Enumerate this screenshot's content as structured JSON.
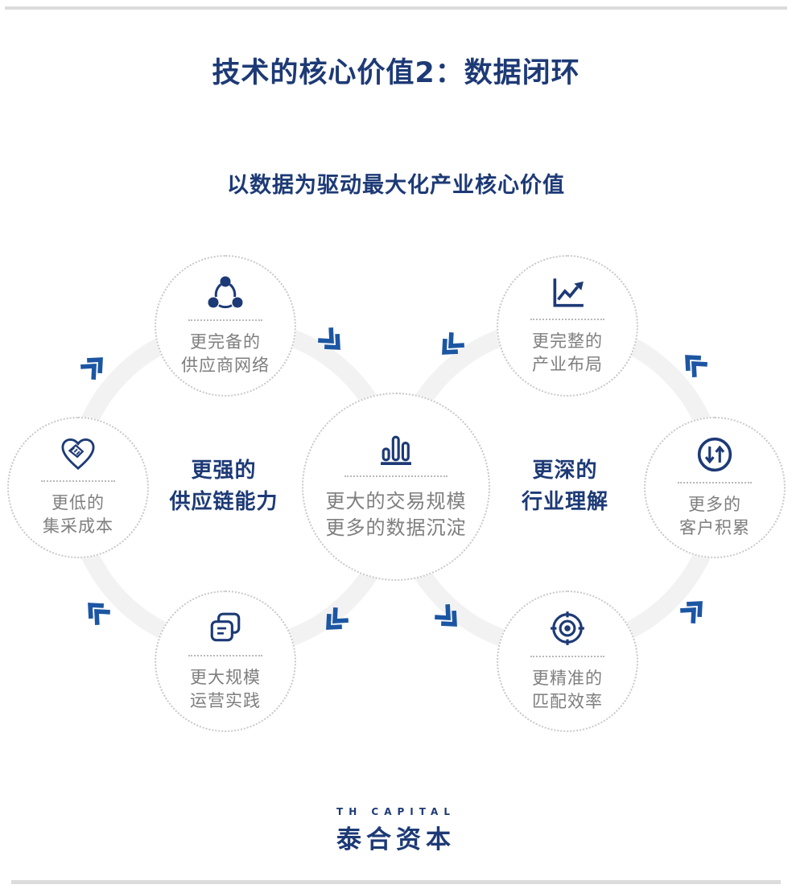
{
  "page": {
    "title": "技术的核心价值2：数据闭环",
    "subtitle": "以数据为驱动最大化产业核心价值"
  },
  "diagram": {
    "left_loop": {
      "line1": "更强的",
      "line2": "供应链能力"
    },
    "right_loop": {
      "line1": "更深的",
      "line2": "行业理解"
    },
    "center_node": {
      "icon": "bar-chart-icon",
      "line1": "更大的交易规模",
      "line2": "更多的数据沉淀"
    },
    "nodes": [
      {
        "id": "top-left",
        "icon": "network-icon",
        "line1": "更完备的",
        "line2": "供应商网络"
      },
      {
        "id": "top-right",
        "icon": "trend-chart-icon",
        "line1": "更完整的",
        "line2": "产业布局"
      },
      {
        "id": "left",
        "icon": "handshake-heart-icon",
        "line1": "更低的",
        "line2": "集采成本"
      },
      {
        "id": "right",
        "icon": "arrows-updown-icon",
        "line1": "更多的",
        "line2": "客户积累"
      },
      {
        "id": "bottom-left",
        "icon": "documents-icon",
        "line1": "更大规模",
        "line2": "运营实践"
      },
      {
        "id": "bottom-right",
        "icon": "target-icon",
        "line1": "更精准的",
        "line2": "匹配效率"
      }
    ],
    "flow": "figure-eight loop through all nodes, double-chevron arrows"
  },
  "footer": {
    "brand_en": "TH CAPITAL",
    "brand_cn": "泰合资本"
  },
  "colors": {
    "navy": "#1d3a76",
    "arrow_blue": "#1c56a3",
    "gray_text": "#7e7e7e",
    "dotted_border": "#c8c8c8",
    "ring_gray": "#f2f2f2",
    "divider_gray": "#dcdcdc"
  }
}
